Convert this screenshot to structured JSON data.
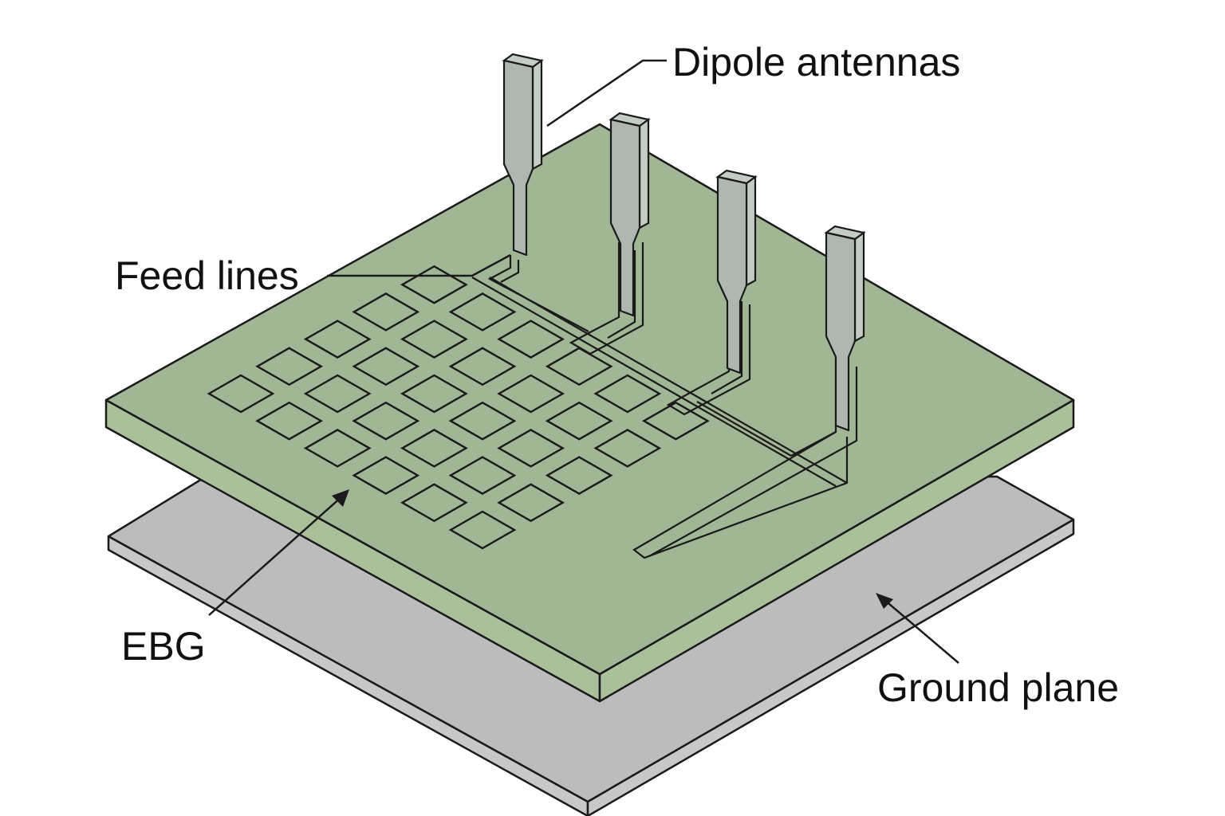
{
  "labels": {
    "dipole_antennas": "Dipole antennas",
    "feed_lines": "Feed lines",
    "ebg": "EBG",
    "ground_plane": "Ground plane"
  },
  "colors": {
    "substrate_top": "#a1b694",
    "substrate_side": "#a9c09b",
    "ground_top": "#bcbcbc",
    "ground_side": "#c8c8c8",
    "antenna_face": "#aeb7b0",
    "antenna_side": "#c4ccc6",
    "outline": "#1a1a1a"
  },
  "ebg": {
    "rows": 5,
    "columns": 6
  },
  "antennas": {
    "count": 4
  }
}
